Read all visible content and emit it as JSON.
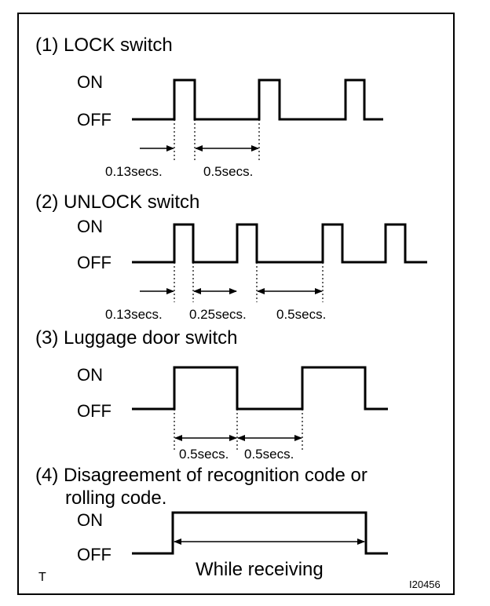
{
  "sections": [
    {
      "title": "(1) LOCK switch",
      "on_label": "ON",
      "off_label": "OFF",
      "durations": [
        "0.13secs.",
        "0.5secs."
      ]
    },
    {
      "title": "(2) UNLOCK switch",
      "on_label": "ON",
      "off_label": "OFF",
      "durations": [
        "0.13secs.",
        "0.25secs.",
        "0.5secs."
      ]
    },
    {
      "title": "(3) Luggage door switch",
      "on_label": "ON",
      "off_label": "OFF",
      "durations": [
        "0.5secs.",
        "0.5secs."
      ]
    },
    {
      "title_lines": [
        "(4) Disagreement of recognition code or",
        "rolling code."
      ],
      "on_label": "ON",
      "off_label": "OFF",
      "note": "While receiving"
    }
  ],
  "footer": {
    "left_mark": "T",
    "figure_code": "I20456"
  }
}
